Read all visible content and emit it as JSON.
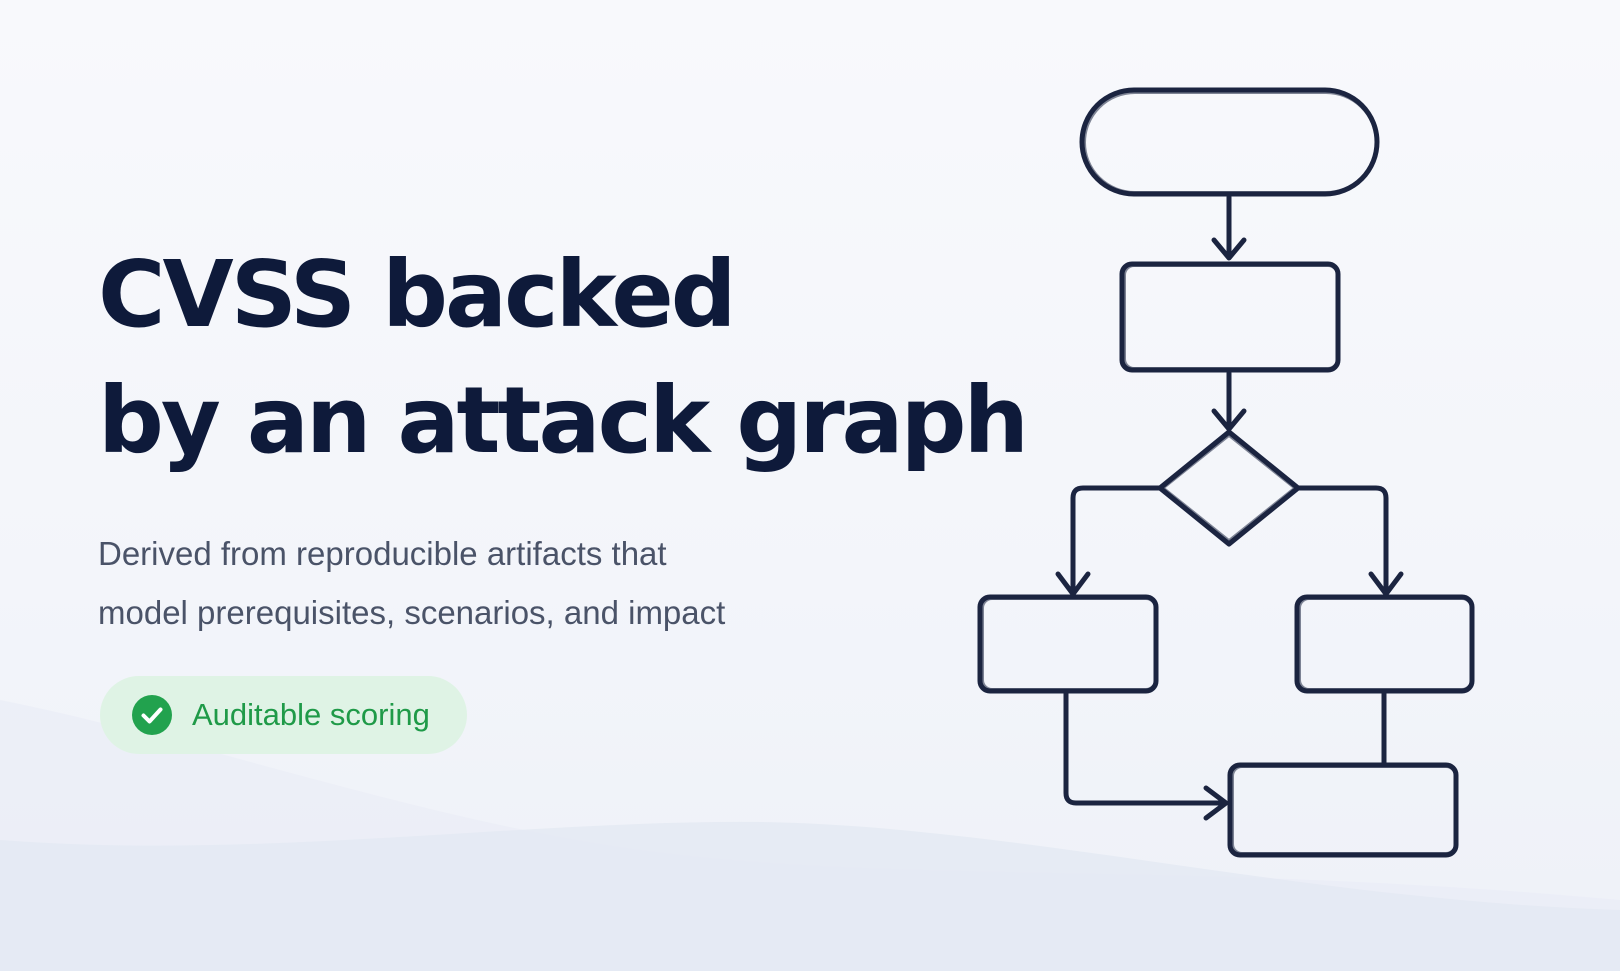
{
  "hero": {
    "headline_line1": "CVSS backed",
    "headline_line2": "by an attack graph",
    "subtitle_line1": "Derived from reproducible artifacts that",
    "subtitle_line2": "model prerequisites, scenarios, and impact"
  },
  "badge": {
    "label": "Auditable scoring",
    "icon": "check-circle-icon",
    "background_color": "#dff3e5",
    "accent_color": "#22a24e"
  },
  "diagram": {
    "type": "flowchart",
    "stroke_color": "#1b2440",
    "shapes": [
      "terminator",
      "process",
      "decision",
      "process",
      "process",
      "process"
    ]
  },
  "colors": {
    "headline": "#0e1a3a",
    "subtitle": "#4a5368",
    "background": "#f5f7fb"
  }
}
